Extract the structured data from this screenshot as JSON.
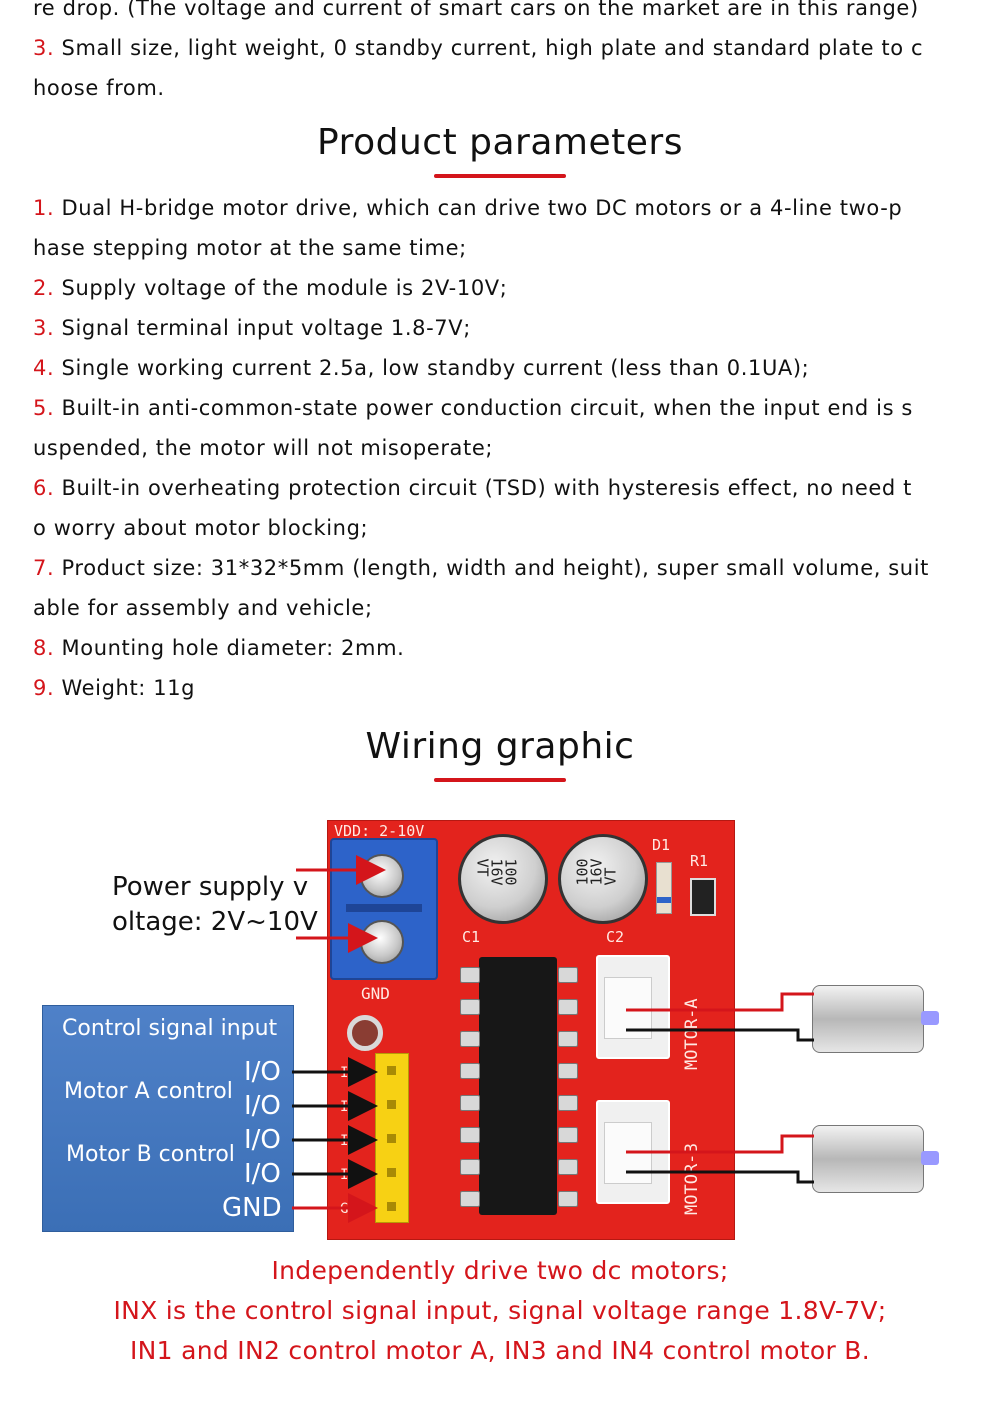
{
  "intro": {
    "line0": "re drop. (The voltage and current of smart cars on the market are in this range)",
    "item3_num": "3.",
    "item3_a": " Small size, light weight, 0 standby current, high plate and standard plate to c",
    "item3_b": "hoose from."
  },
  "params": {
    "heading": "Product parameters",
    "items": [
      {
        "num": "1.",
        "a": " Dual H-bridge motor drive, which can drive two DC motors or a 4-line two-p",
        "b": "hase stepping motor at the same time;"
      },
      {
        "num": "2.",
        "a": " Supply voltage of the module is 2V-10V;"
      },
      {
        "num": "3.",
        "a": " Signal terminal input voltage 1.8-7V;"
      },
      {
        "num": "4.",
        "a": " Single working current 2.5a, low standby current (less than 0.1UA);"
      },
      {
        "num": "5.",
        "a": " Built-in anti-common-state power conduction circuit, when the input end is s",
        "b": "uspended, the motor will not misoperate;"
      },
      {
        "num": "6.",
        "a": " Built-in overheating protection circuit (TSD) with hysteresis effect, no need t",
        "b": "o worry about motor blocking;"
      },
      {
        "num": "7.",
        "a": " Product size: 31*32*5mm (length, width and height), super small volume, suit",
        "b": "able for assembly and vehicle;"
      },
      {
        "num": "8.",
        "a": " Mounting hole diameter: 2mm."
      },
      {
        "num": "9.",
        "a": " Weight: 11g"
      }
    ]
  },
  "wiring": {
    "heading": "Wiring graphic",
    "power_label_1": "Power supply v",
    "power_label_2": "oltage: 2V~10V",
    "board": {
      "vdd": "VDD: 2-10V",
      "gnd": "GND",
      "d1": "D1",
      "r1": "R1",
      "c1": "C1",
      "c2": "C2",
      "cap_text": "100\n16V\nVT",
      "motor_a": "MOTOR-A",
      "motor_b": "MOTOR-B",
      "pins": [
        "IN1",
        "IN2",
        "IN3",
        "IN4",
        "GND"
      ]
    },
    "control": {
      "title": "Control signal input",
      "motor_a": "Motor A control",
      "motor_b": "Motor B control",
      "io": [
        "I/O",
        "I/O",
        "I/O",
        "I/O"
      ],
      "gnd": "GND"
    },
    "captions": [
      "Independently drive two dc motors;",
      "INX is the control signal input, signal voltage range 1.8V-7V;",
      "IN1 and IN2 control motor A, IN3 and IN4 control motor B."
    ]
  }
}
